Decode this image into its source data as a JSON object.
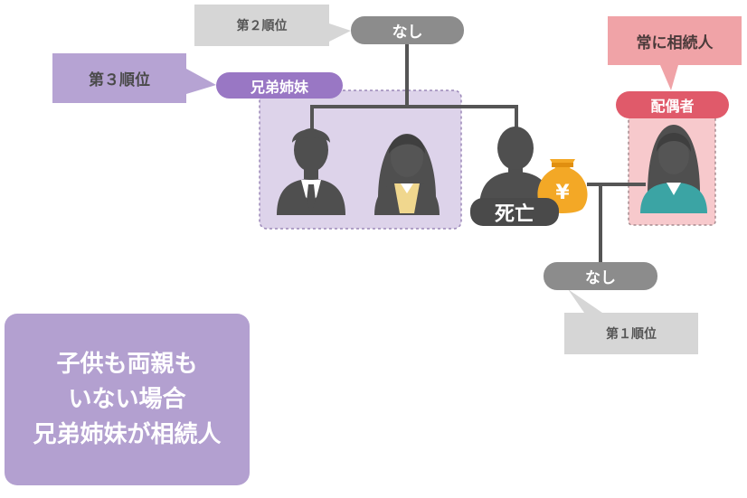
{
  "labels": {
    "second_rank_note": "第２順位",
    "parents_none": "なし",
    "third_rank_note": "第３順位",
    "siblings": "兄弟姉妹",
    "always_heir_note": "常に相続人",
    "spouse": "配偶者",
    "deceased": "死亡",
    "children_none": "なし",
    "first_rank_note": "第１順位"
  },
  "summary": {
    "line1": "子供も両親も",
    "line2": "いない場合",
    "line3": "兄弟姉妹が相続人"
  },
  "icons": {
    "money_bag": "money-bag-icon",
    "yen_symbol": "¥"
  },
  "colors": {
    "siblings_group": "#ddd3ea",
    "spouse_group": "#f7c9cc",
    "line": "#555555",
    "silhouette": "#4f4f4f",
    "money_bag": "#f3a826",
    "spouse_shirt": "#3ba4a4",
    "sister_shirt": "#f0d78e"
  }
}
